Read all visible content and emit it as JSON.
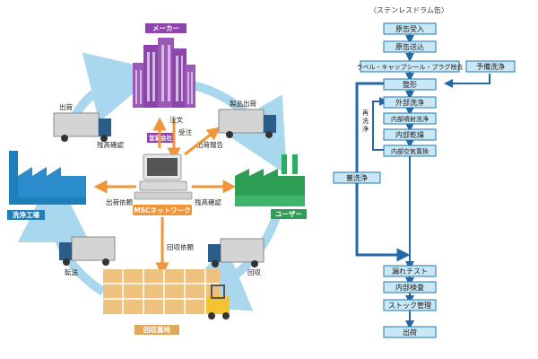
{
  "colors": {
    "maker": "#8e44ad",
    "user": "#2e9e55",
    "cleaning": "#1f7fb8",
    "recovery": "#e0a85a",
    "msc": "#f0953a",
    "cycle_arrow": "#a8d7ee",
    "flow_line": "#2568a8",
    "flow_box": "#c9e7f5"
  },
  "cycle": {
    "maker_label": "メーカー",
    "sales_label": "営業会社",
    "user_label": "ユーザー",
    "cleaning_label": "洗浄工場",
    "recovery_label": "回収基地",
    "msc_label": "MSCネットワーク",
    "order": "注文",
    "confirm_order": "受注",
    "ship_report": "出荷報告",
    "stock_check_left": "残高確認",
    "stock_check_right": "残高確認",
    "ship_request": "出荷依頼",
    "collect_request": "回収依頼",
    "truck_ship": "出荷",
    "truck_product_ship": "製品出荷",
    "truck_transfer": "転送",
    "truck_collect": "回収"
  },
  "flow": {
    "title": "〈ステンレスドラム缶〉",
    "steps": [
      "原缶受入",
      "原缶送込",
      "ラベル・キャップシール・プラグ除去",
      "整形",
      "外部洗浄",
      "内部噴射洗浄",
      "内部乾燥",
      "内部空気置換",
      "漏れテスト",
      "内部検査",
      "ストック管理",
      "出荷"
    ],
    "pre_wash": "予備洗浄",
    "bottom_wash": "蓋洗浄",
    "rewash": "再洗浄"
  }
}
